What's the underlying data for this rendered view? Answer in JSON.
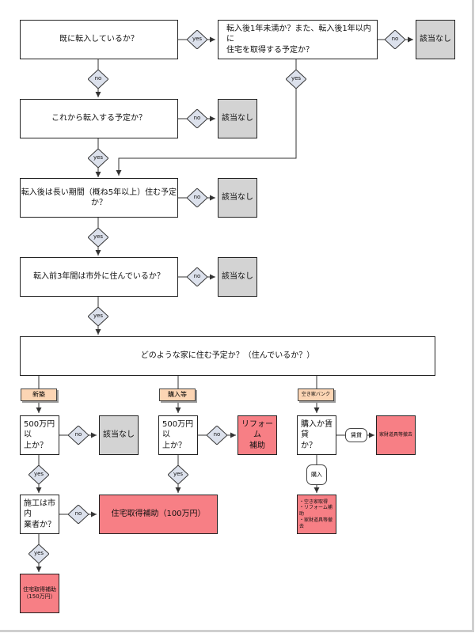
{
  "questions": {
    "already_moved": "既に転入しているか？",
    "within_1yr": "転入後1年未満か？また、転入後1年以内に\n住宅を取得する予定か？",
    "plan_to_move": "これから転入する予定か？",
    "long_term": "転入後は長い期間（概ね5年以上）住む予定か？",
    "lived_outside": "転入前3年間は市外に住んでいるか？",
    "house_type": "どのような家に住む予定か？（住んでいるか？）",
    "new_500": "500万円以\n上か？",
    "buy_500": "500万円以\n上か？",
    "buy_or_rent": "購入か賃貸\nか？",
    "builder_local": "施工は市内\n業者か？"
  },
  "labels": {
    "yes": "yes",
    "no": "no",
    "rent": "賃貸",
    "purchase": "購入"
  },
  "categories": {
    "new_build": "新築",
    "purchase": "購入等",
    "akiya_bank": "空き家バンク"
  },
  "results": {
    "not_applicable": "該当なし",
    "reform_subsidy": "リフォーム\n補助",
    "fixture_removal": "家財道具等撤去",
    "housing_100": "住宅取得補助（100万円）",
    "housing_150": "住宅取得補助\n（150万円）",
    "akiya_multi": "・空き家取得\n・リフォーム補助\n・家財道具等撤去"
  },
  "colors": {
    "gray_box": "#d3d3d3",
    "pink_box": "#f77f85",
    "tag_fill": "#fcd5b4",
    "diamond_fill": "#dce1ec"
  }
}
